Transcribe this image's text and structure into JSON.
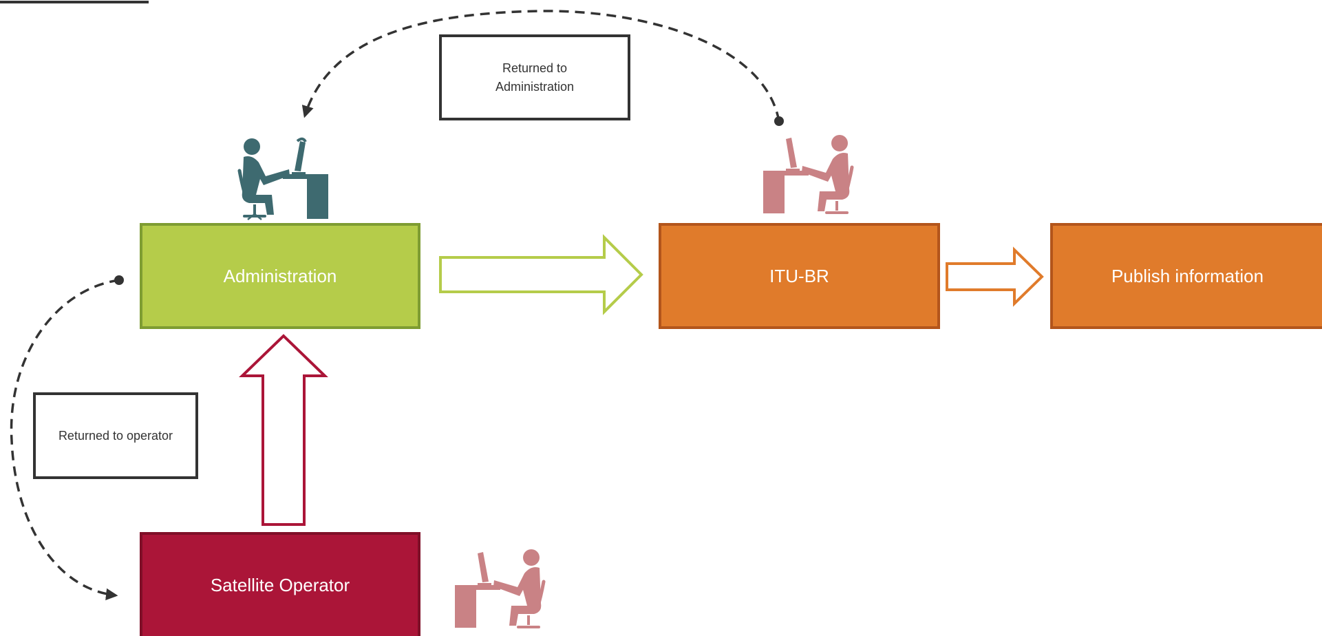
{
  "nodes": {
    "administration": {
      "label": "Administration"
    },
    "itu_br": {
      "label": "ITU-BR"
    },
    "publish": {
      "label": "Publish information"
    },
    "operator": {
      "label": "Satellite Operator"
    }
  },
  "notes": {
    "returned_to_administration": "Returned to Administration",
    "returned_to_operator": "Returned to operator"
  },
  "colors": {
    "administration_fill": "#b5cc4a",
    "administration_border": "#7e9c32",
    "itu_fill": "#e07b2b",
    "itu_border": "#b3551b",
    "operator_fill": "#ab1538",
    "operator_border": "#7f0f28",
    "admin_icon": "#3e6a70",
    "pink_icon": "#c98285",
    "dashed_line": "#333333"
  },
  "icons": {
    "administration": "person-at-computer-icon",
    "itu_br": "person-at-computer-icon",
    "operator": "person-at-computer-icon"
  }
}
